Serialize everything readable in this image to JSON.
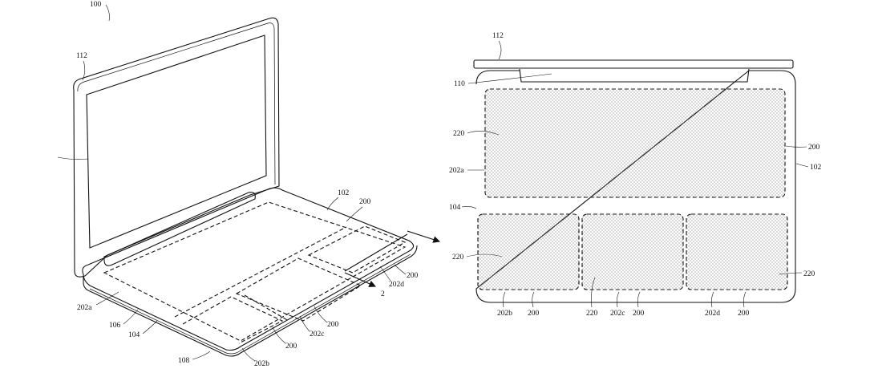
{
  "figure_left": {
    "ref_100": "100",
    "ref_112": "112",
    "ref_102": "102",
    "ref_200_top": "200",
    "ref_200_right": "200",
    "ref_202d": "202d",
    "section_2": "2",
    "ref_202a": "202a",
    "ref_106": "106",
    "ref_104": "104",
    "ref_200_mid": "200",
    "ref_202c": "202c",
    "ref_200_bottom": "200",
    "ref_108": "108",
    "ref_202b": "202b"
  },
  "figure_right": {
    "ref_112": "112",
    "ref_110": "110",
    "ref_220_upper": "220",
    "ref_202a": "202a",
    "ref_104": "104",
    "ref_220_left": "220",
    "ref_200_side": "200",
    "ref_102": "102",
    "ref_220_right": "220",
    "bottom_labels": [
      "202b",
      "200",
      "220",
      "202c",
      "200",
      "202d",
      "200"
    ]
  }
}
